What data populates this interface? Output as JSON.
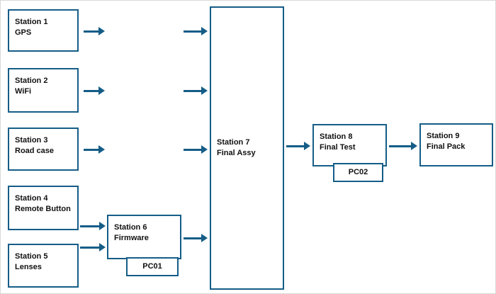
{
  "diagram": {
    "accent_color": "#155d87",
    "stations": {
      "s1": {
        "name": "Station 1",
        "detail": "GPS"
      },
      "s2": {
        "name": "Station 2",
        "detail": "WiFi"
      },
      "s3": {
        "name": "Station 3",
        "detail": "Road case"
      },
      "s4": {
        "name": "Station 4",
        "detail": "Remote Button"
      },
      "s5": {
        "name": "Station 5",
        "detail": "Lenses"
      },
      "s6": {
        "name": "Station 6",
        "detail": "Firmware",
        "pc": "PC01"
      },
      "s7": {
        "name": "Station 7",
        "detail": "Final Assy"
      },
      "s8": {
        "name": "Station 8",
        "detail": "Final Test",
        "pc": "PC02"
      },
      "s9": {
        "name": "Station 9",
        "detail": "Final Pack"
      }
    }
  }
}
